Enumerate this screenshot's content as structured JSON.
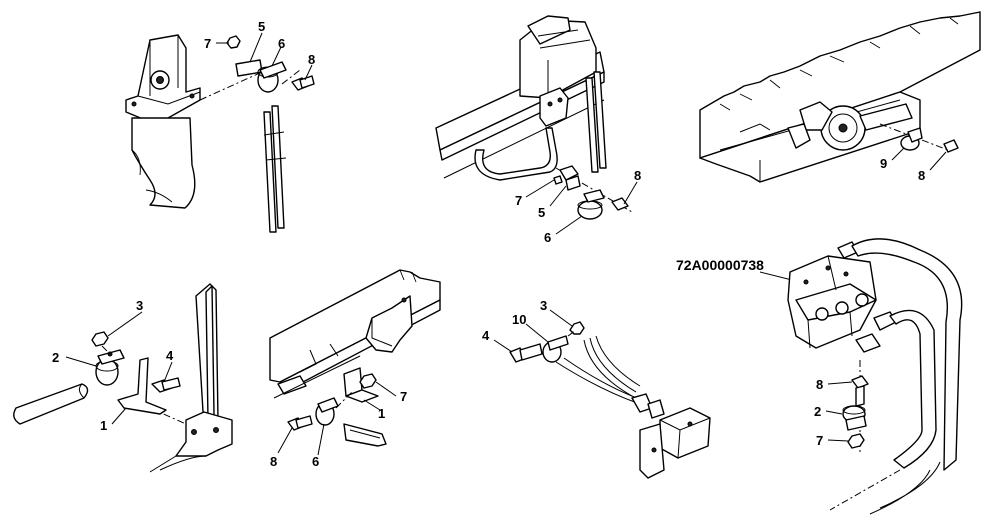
{
  "diagram": {
    "part_number": "72A00000738",
    "callouts": {
      "c1_7": "7",
      "c1_5": "5",
      "c1_6": "6",
      "c1_8": "8",
      "c2_7": "7",
      "c2_5": "5",
      "c2_6": "6",
      "c2_8": "8",
      "c3_9": "9",
      "c3_8": "8",
      "c4_3": "3",
      "c4_2": "2",
      "c4_4": "4",
      "c4_1": "1",
      "c5_7": "7",
      "c5_1": "1",
      "c5_8": "8",
      "c5_6": "6",
      "c6_3": "3",
      "c6_10": "10",
      "c6_4": "4",
      "c7_8": "8",
      "c7_2": "2",
      "c7_7": "7"
    }
  }
}
